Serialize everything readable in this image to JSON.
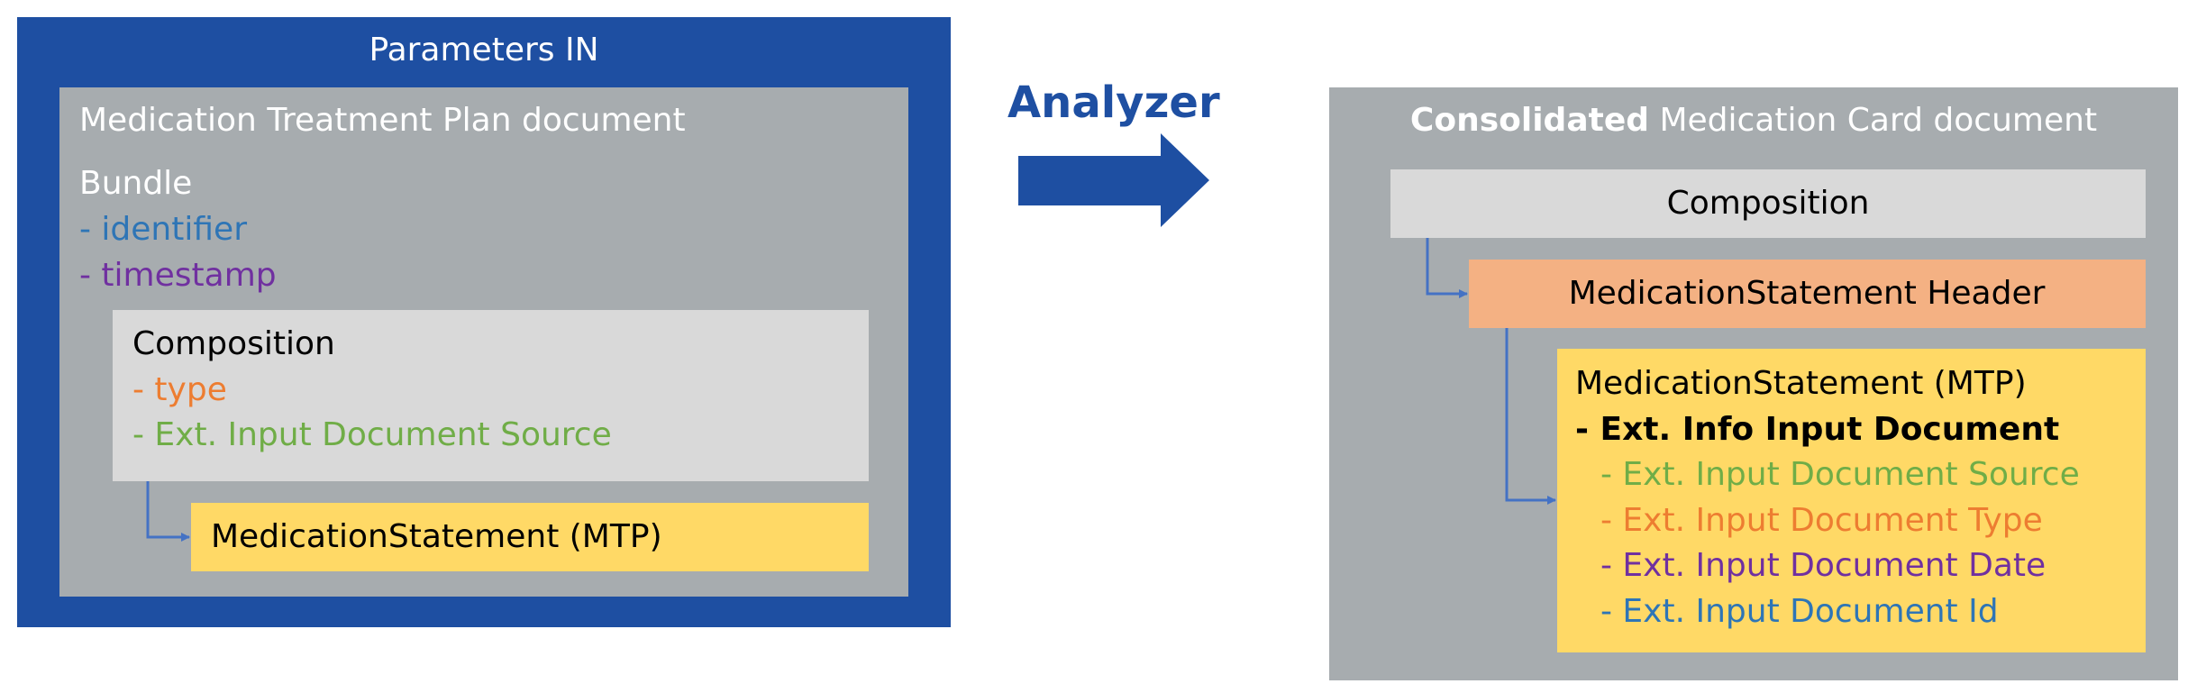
{
  "left_panel": {
    "title": "Parameters IN",
    "document": {
      "title": "Medication Treatment Plan document",
      "bundle_label": "Bundle",
      "bundle_fields": [
        {
          "text": "- identifier",
          "color": "#2e75b6"
        },
        {
          "text": "- timestamp",
          "color": "#7030a0"
        }
      ],
      "composition": {
        "label": "Composition",
        "fields": [
          {
            "text": "- type",
            "color": "#ed7d31"
          },
          {
            "text": "- Ext. Input Document Source",
            "color": "#70ad47"
          }
        ]
      },
      "medication_statement": "MedicationStatement (MTP)"
    }
  },
  "analyzer": {
    "label": "Analyzer",
    "color": "#1e4fa2"
  },
  "right_panel": {
    "title_bold": "Consolidated",
    "title_rest": " Medication Card document",
    "composition": "Composition",
    "medication_statement_header": "MedicationStatement Header",
    "medication_statement": {
      "label": "MedicationStatement (MTP)",
      "ext_info": "- Ext. Info Input Document",
      "fields": [
        {
          "text": "- Ext. Input Document Source",
          "color": "#70ad47"
        },
        {
          "text": "- Ext. Input Document Type",
          "color": "#ed7d31"
        },
        {
          "text": "- Ext. Input Document Date",
          "color": "#7030a0"
        },
        {
          "text": "- Ext. Input Document Id",
          "color": "#2e75b6"
        }
      ]
    }
  },
  "colors": {
    "params_blue": "#1e4fa2",
    "panel_gray": "#a7acaf",
    "light_gray": "#d9d9d9",
    "yellow": "#ffd966",
    "orange": "#f4b183",
    "connector": "#4472c4"
  }
}
